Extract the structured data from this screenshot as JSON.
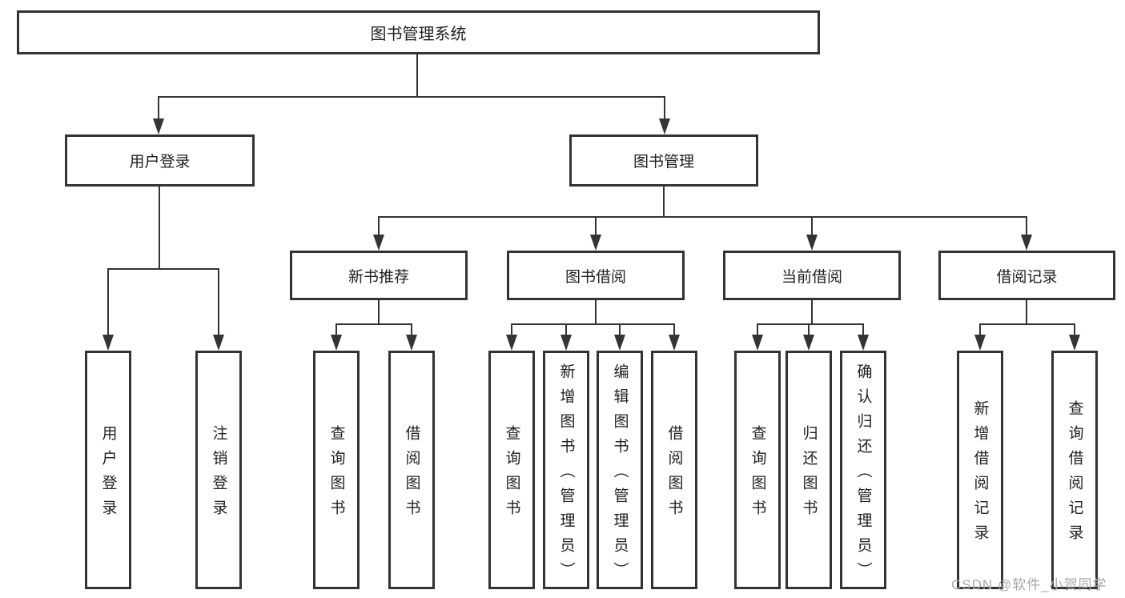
{
  "diagram": {
    "root": {
      "label": "图书管理系统"
    },
    "branches": [
      {
        "label": "用户登录",
        "leaves": [
          {
            "label": "用户登录"
          },
          {
            "label": "注销登录"
          }
        ]
      },
      {
        "label": "图书管理",
        "groups": [
          {
            "label": "新书推荐",
            "leaves": [
              {
                "label": "查询图书"
              },
              {
                "label": "借阅图书"
              }
            ]
          },
          {
            "label": "图书借阅",
            "leaves": [
              {
                "label": "查询图书"
              },
              {
                "label": "新增图书（管理员）"
              },
              {
                "label": "编辑图书（管理员）"
              },
              {
                "label": "借阅图书"
              }
            ]
          },
          {
            "label": "当前借阅",
            "leaves": [
              {
                "label": "查询图书"
              },
              {
                "label": "归还图书"
              },
              {
                "label": "确认归还（管理员）"
              }
            ]
          },
          {
            "label": "借阅记录",
            "leaves": [
              {
                "label": "新增借阅记录"
              },
              {
                "label": "查询借阅记录"
              }
            ]
          }
        ]
      }
    ]
  },
  "watermark": {
    "text": "CSDN @软件_小贺同学"
  },
  "colors": {
    "line": "#343434",
    "border": "#333333",
    "text": "#212121",
    "watermark": "#a8a8a8",
    "background": "#ffffff"
  }
}
